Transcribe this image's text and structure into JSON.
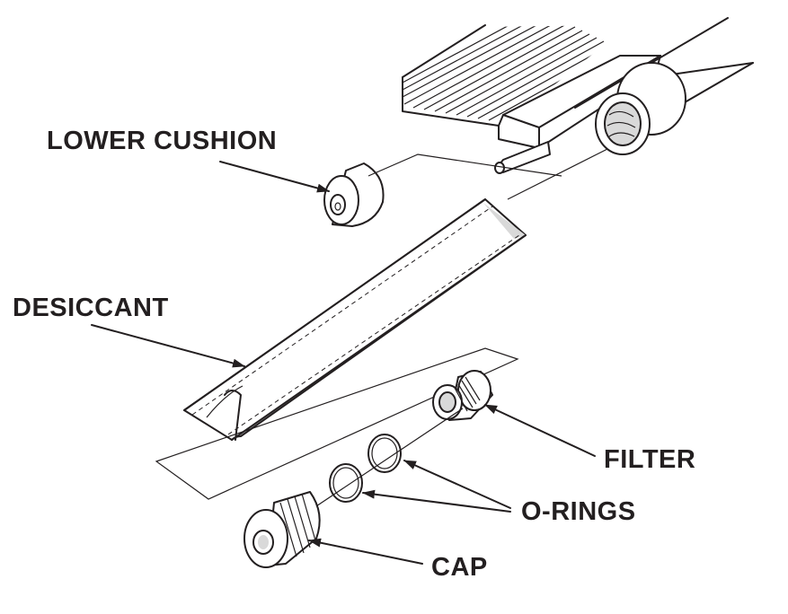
{
  "labels": {
    "lower_cushion": "LOWER CUSHION",
    "desiccant": "DESICCANT",
    "filter": "FILTER",
    "o_rings": "O-RINGS",
    "cap": "CAP"
  }
}
